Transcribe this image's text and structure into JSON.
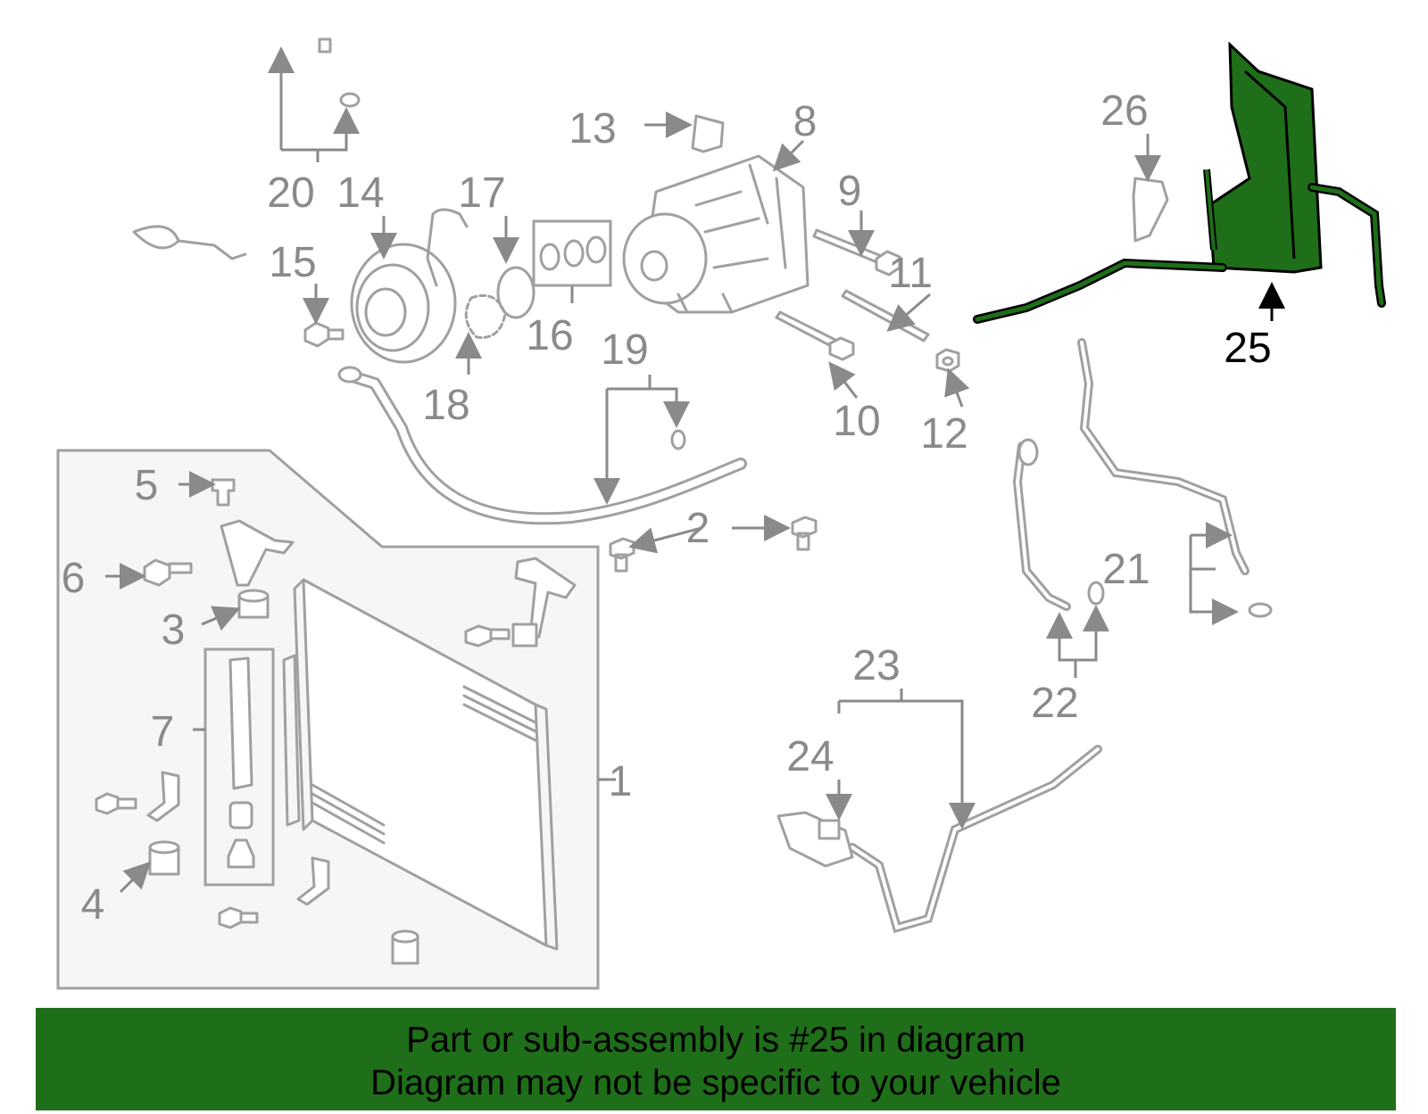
{
  "diagram": {
    "highlight_color": "#1f6e19",
    "part_color": "#a0a0a0",
    "highlighted_part": "25",
    "callouts": [
      "1",
      "2",
      "3",
      "4",
      "5",
      "6",
      "7",
      "8",
      "9",
      "10",
      "11",
      "12",
      "13",
      "14",
      "15",
      "16",
      "17",
      "18",
      "19",
      "20",
      "21",
      "22",
      "23",
      "24",
      "25",
      "26"
    ]
  },
  "banner": {
    "line1": "Part or sub-assembly is #25 in diagram",
    "line2": "Diagram may not be specific to your vehicle",
    "background": "#1f6e19"
  }
}
